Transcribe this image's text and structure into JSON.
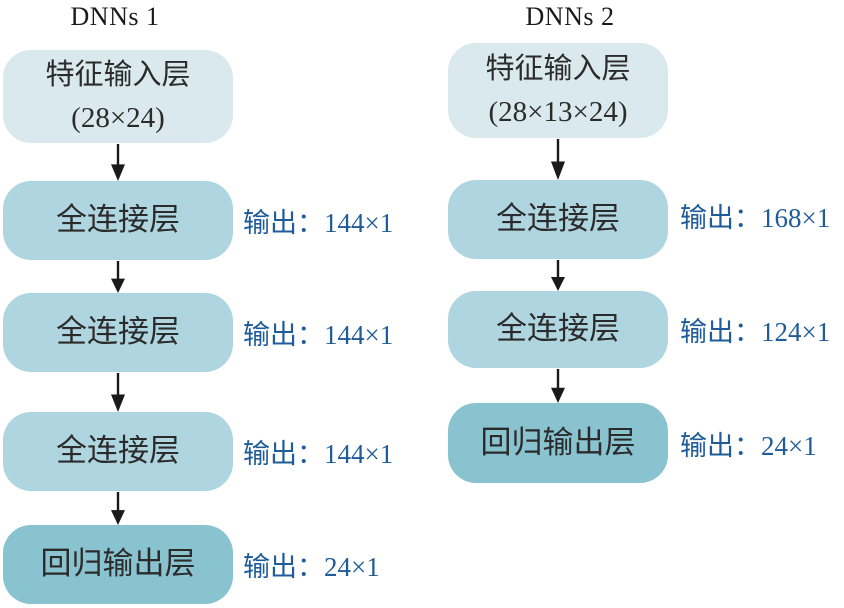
{
  "colors": {
    "input_box": "#d9e9ee",
    "hidden_box": "#afd6e0",
    "output_box": "#8ac3d0",
    "box_text": "#2b2b2b",
    "label_text": "#1f5c99",
    "title_text": "#1a1a1a",
    "arrow": "#1a1a1a"
  },
  "networks": [
    {
      "title": "DNNs 1",
      "layers": [
        {
          "label": "特征输入层",
          "sublabel": "(28×24)",
          "output": ""
        },
        {
          "label": "全连接层",
          "output": "输出：144×1"
        },
        {
          "label": "全连接层",
          "output": "输出：144×1"
        },
        {
          "label": "全连接层",
          "output": "输出：144×1"
        },
        {
          "label": "回归输出层",
          "output": "输出：24×1"
        }
      ]
    },
    {
      "title": "DNNs 2",
      "layers": [
        {
          "label": "特征输入层",
          "sublabel": "(28×13×24)",
          "output": ""
        },
        {
          "label": "全连接层",
          "output": "输出：168×1"
        },
        {
          "label": "全连接层",
          "output": "输出：124×1"
        },
        {
          "label": "回归输出层",
          "output": "输出：24×1"
        }
      ]
    }
  ]
}
